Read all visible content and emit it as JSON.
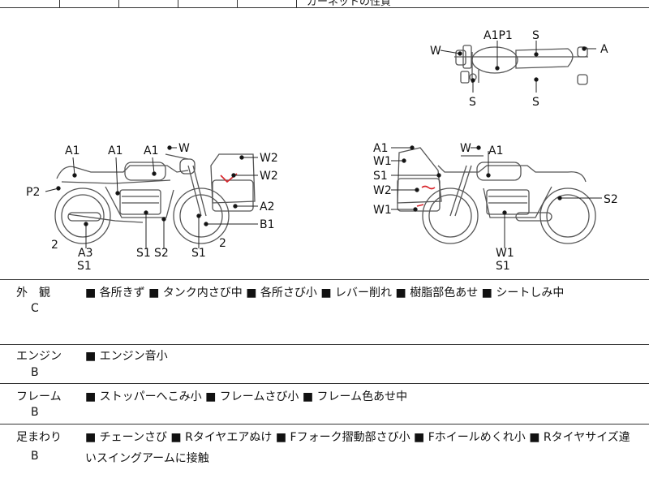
{
  "header_tail": "ガーネットの性質",
  "diagram_labels": {
    "top": {
      "a1p1": "A1P1",
      "s_top": "S",
      "w": "W",
      "a": "A",
      "s_bottom_left": "S",
      "s_bottom_right": "S"
    },
    "left": {
      "a1_1": "A1",
      "a1_2": "A1",
      "a1_3": "A1",
      "w": "W",
      "w2_1": "W2",
      "w2_2": "W2",
      "p2": "P2",
      "a2": "A2",
      "b1": "B1",
      "two_1": "2",
      "a3": "A3",
      "s1_a": "S1",
      "s1_b": "S1",
      "s2": "S2",
      "two_2": "2",
      "s1_c": "S1"
    },
    "right": {
      "a1_1": "A1",
      "w1_1": "W1",
      "s1_1": "S1",
      "w2": "W2",
      "w1_2": "W1",
      "w": "W",
      "a1_2": "A1",
      "s2": "S2",
      "w1_3": "W1",
      "s1_2": "S1"
    }
  },
  "rows": [
    {
      "label": "外　観",
      "grade": "C",
      "text": "■ 各所きず ■ タンク内さび中 ■ 各所さび小 ■ レバー削れ ■ 樹脂部色あせ ■ シートしみ中"
    },
    {
      "label": "エンジン",
      "grade": "B",
      "text": "■ エンジン音小"
    },
    {
      "label": "フレーム",
      "grade": "B",
      "text": "■ ストッパーへこみ小 ■ フレームさび小 ■ フレーム色あせ中"
    },
    {
      "label": "足まわり",
      "grade": "B",
      "text": "■ チェーンさび ■ Rタイヤエアぬけ ■ Fフォーク摺動部さび小 ■ Fホイールめくれ小 ■ Rタイヤサイズ違",
      "text2": "いスイングアームに接触"
    }
  ],
  "colors": {
    "damage_mark": "#d8232a",
    "line": "#333333"
  }
}
